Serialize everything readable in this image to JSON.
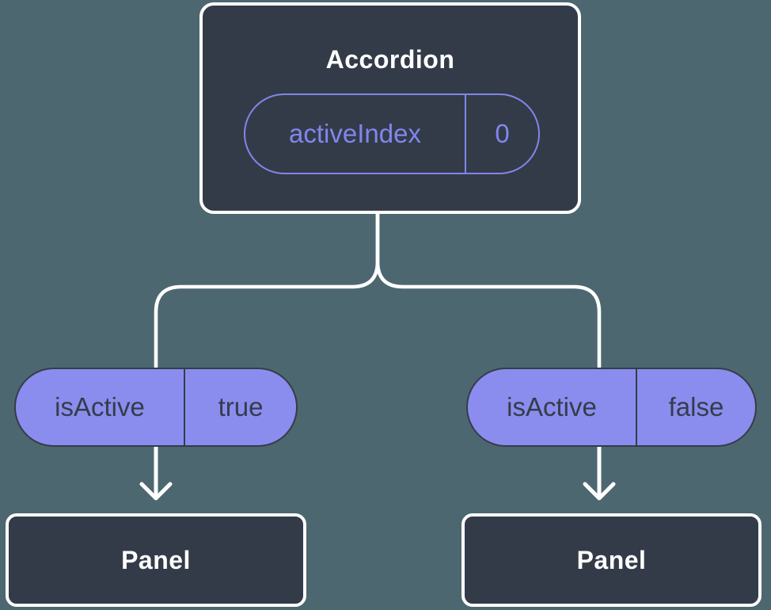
{
  "colors": {
    "bg": "#4D6770",
    "node-bg": "#343B48",
    "node-border": "#FFFFFF",
    "accent": "#8186ED",
    "pill-fill": "#8A8DEE",
    "pill-ink": "#353C4A",
    "line": "#FFFFFF",
    "text-light": "#FFFFFF"
  },
  "root": {
    "title": "Accordion",
    "prop": {
      "name": "activeIndex",
      "value": "0"
    }
  },
  "children": [
    {
      "prop": {
        "name": "isActive",
        "value": "true"
      },
      "panel": {
        "title": "Panel"
      }
    },
    {
      "prop": {
        "name": "isActive",
        "value": "false"
      },
      "panel": {
        "title": "Panel"
      }
    }
  ]
}
